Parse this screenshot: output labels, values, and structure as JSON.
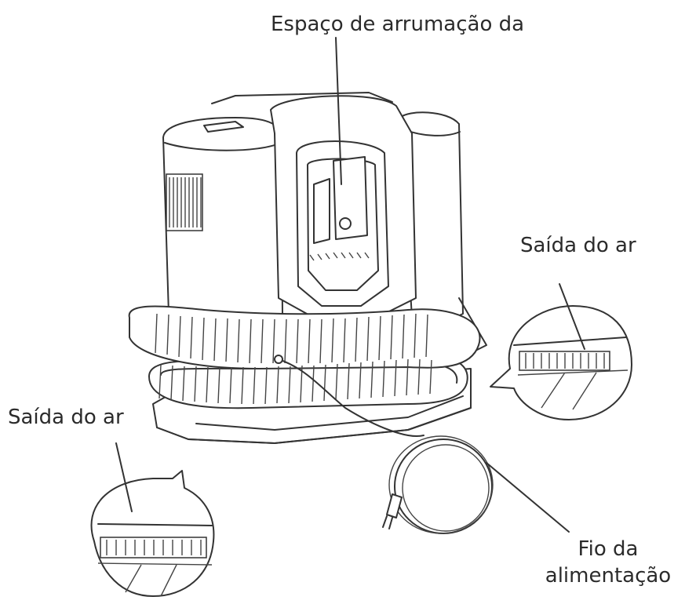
{
  "labels": {
    "storage": "Espaço de arrumação da",
    "air_outlet_right": "Saída do ar",
    "air_outlet_left": "Saída do ar",
    "power_cord_line1": "Fio da",
    "power_cord_line2": "alimentação"
  },
  "colors": {
    "line": "#333333",
    "text": "#2b2b2b",
    "background": "#ffffff"
  }
}
